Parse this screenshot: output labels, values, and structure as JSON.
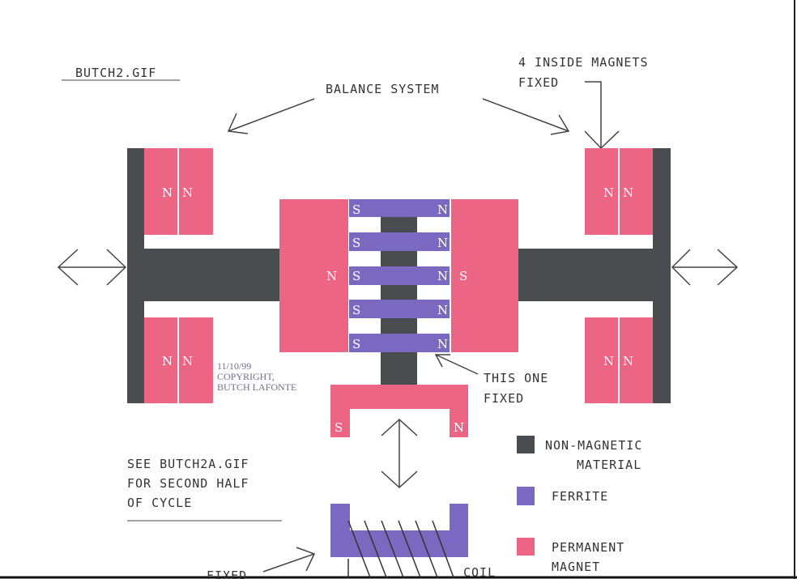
{
  "colors": {
    "non_magnetic": "#4a4d4f",
    "ferrite": "#7b68c0",
    "magnet": "#ec6585"
  },
  "title": "BUTCH2.GIF",
  "balance_label": "BALANCE SYSTEM",
  "inside_magnets": {
    "line1": "4 INSIDE MAGNETS",
    "line2": "FIXED"
  },
  "this_one_fixed": {
    "line1": "THIS ONE",
    "line2": "FIXED"
  },
  "copyright": {
    "date": "11/10/99",
    "line1": "COPYRIGHT,",
    "line2": "BUTCH LAFONTE"
  },
  "see_note": {
    "line1": "SEE BUTCH2A.GIF",
    "line2": "FOR SECOND HALF",
    "line3": "OF CYCLE"
  },
  "fixed_bottom": "FIXED",
  "coil_label": "COIL",
  "poles": {
    "n": "N",
    "s": "S"
  },
  "legend": [
    {
      "line1": "NON-MAGNETIC",
      "line2": "MATERIAL"
    },
    {
      "line1": "FERRITE"
    },
    {
      "line1": "PERMANENT",
      "line2": "MAGNET"
    }
  ]
}
